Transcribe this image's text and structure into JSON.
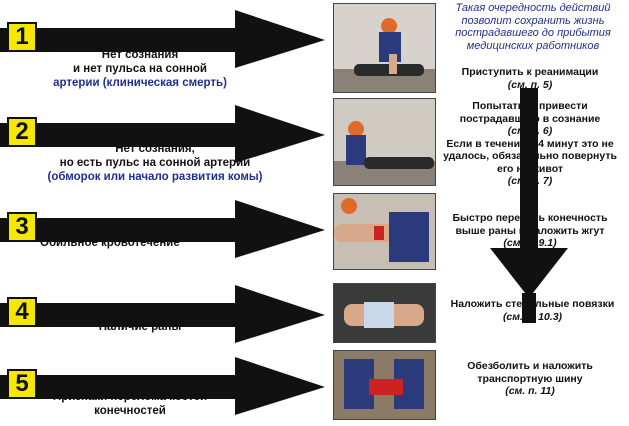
{
  "intro_text": "Такая очередность действий позволит сохранить жизнь пострадавшего до прибытия медицинских работников",
  "steps": [
    {
      "number": "1",
      "condition_line1": "Нет сознания",
      "condition_line2": "и нет пульса на сонной",
      "condition_line3": "артерии (клиническая смерть)",
      "action_text": "Приступить к реанимации",
      "action_ref": "(см. п. 5)"
    },
    {
      "number": "2",
      "condition_line1": "Нет сознания,",
      "condition_line2": "но есть пульс на сонной артерии",
      "condition_line3": "(обморок или начало развития комы)",
      "action_text": "Попытаться привести пострадавшего в сознание",
      "action_ref": "(см. п. 6)",
      "action_text2": "Если в течение 3-4 минут это не удалось, обязательно повернуть его на живот",
      "action_ref2": "(см. п. 7)"
    },
    {
      "number": "3",
      "condition_line1": "Обильное кровотечение",
      "action_text": "Быстро пережать конечность выше раны и наложить жгут",
      "action_ref": "(см. п. 9.1)"
    },
    {
      "number": "4",
      "condition_line1": "Наличие раны",
      "action_text": "Наложить стерильные повязки",
      "action_ref": "(см. п. 10.3)"
    },
    {
      "number": "5",
      "condition_line1": "Признаки перелома костей",
      "condition_line2": "конечностей",
      "action_text": "Обезболить и наложить транспортную шину",
      "action_ref": "(см. п. 11)"
    }
  ],
  "colors": {
    "badge": "#f5e800",
    "arrow": "#111111",
    "accent_blue": "#1f2f8f"
  }
}
